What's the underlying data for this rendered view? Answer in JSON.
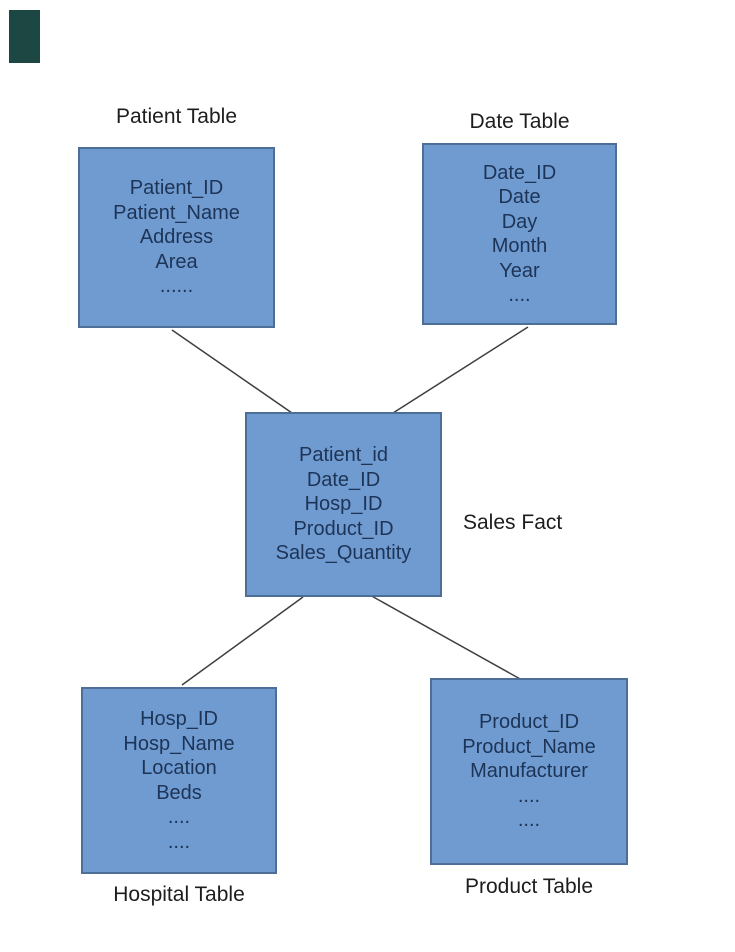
{
  "diagram": {
    "type": "star-schema",
    "colors": {
      "box_fill": "#6f9bd1",
      "box_border": "#4d6f97",
      "box_text": "#1d3456",
      "label_text": "#1d1d1d",
      "connector_line": "#3f3f3f",
      "corner_mark": "#1c4742",
      "background": "#ffffff"
    },
    "tables": {
      "patient": {
        "title": "Patient Table",
        "fields": [
          "Patient_ID",
          "Patient_Name",
          "Address",
          "Area",
          "......"
        ]
      },
      "date": {
        "title": "Date Table",
        "fields": [
          "Date_ID",
          "Date",
          "Day",
          "Month",
          "Year",
          "...."
        ]
      },
      "sales": {
        "title": "Sales Fact",
        "fields": [
          "Patient_id",
          "Date_ID",
          "Hosp_ID",
          "Product_ID",
          "Sales_Quantity"
        ]
      },
      "hospital": {
        "title": "Hospital Table",
        "fields": [
          "Hosp_ID",
          "Hosp_Name",
          "Location",
          "Beds",
          "....",
          "...."
        ]
      },
      "product": {
        "title": "Product Table",
        "fields": [
          "Product_ID",
          "Product_Name",
          "Manufacturer",
          "....",
          "...."
        ]
      }
    },
    "connections": [
      {
        "from": "Patient Table",
        "to": "Sales Fact"
      },
      {
        "from": "Date Table",
        "to": "Sales Fact"
      },
      {
        "from": "Sales Fact",
        "to": "Hospital Table"
      },
      {
        "from": "Sales Fact",
        "to": "Product Table"
      }
    ]
  }
}
